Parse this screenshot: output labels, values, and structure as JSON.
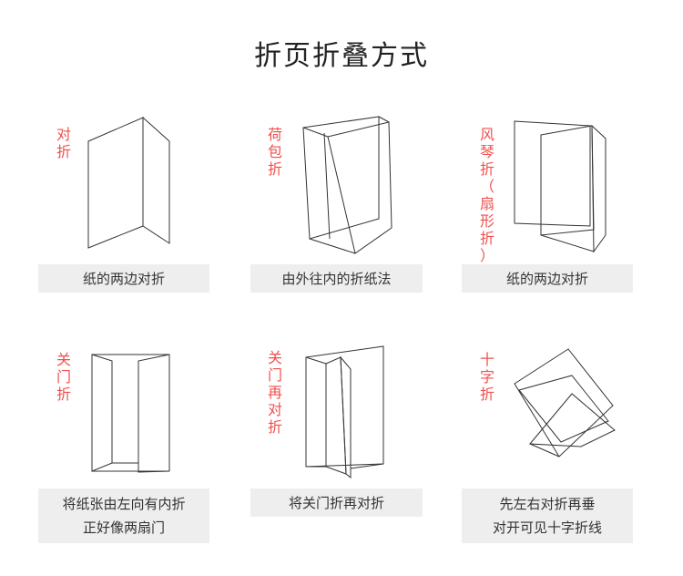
{
  "title": "折页折叠方式",
  "cards": [
    {
      "label": [
        "对",
        "折"
      ],
      "caption": [
        "纸的两边对折"
      ]
    },
    {
      "label": [
        "荷",
        "包",
        "折"
      ],
      "caption": [
        "由外往内的折纸法"
      ]
    },
    {
      "label": [
        "风",
        "琴",
        "折",
        "（",
        "扇",
        "形",
        "折",
        "）"
      ],
      "caption": [
        "纸的两边对折"
      ]
    },
    {
      "label": [
        "关",
        "门",
        "折"
      ],
      "caption": [
        "将纸张由左向有内折",
        "正好像两扇门"
      ]
    },
    {
      "label": [
        "关",
        "门",
        "再",
        "对",
        "折"
      ],
      "caption": [
        "将关门折再对折"
      ]
    },
    {
      "label": [
        "十",
        "字",
        "折"
      ],
      "caption": [
        "先左右对折再垂",
        "对开可见十字折线"
      ]
    }
  ],
  "colors": {
    "label": "#f0504d",
    "caption_bg": "#eeeeee",
    "line": "#333333"
  }
}
